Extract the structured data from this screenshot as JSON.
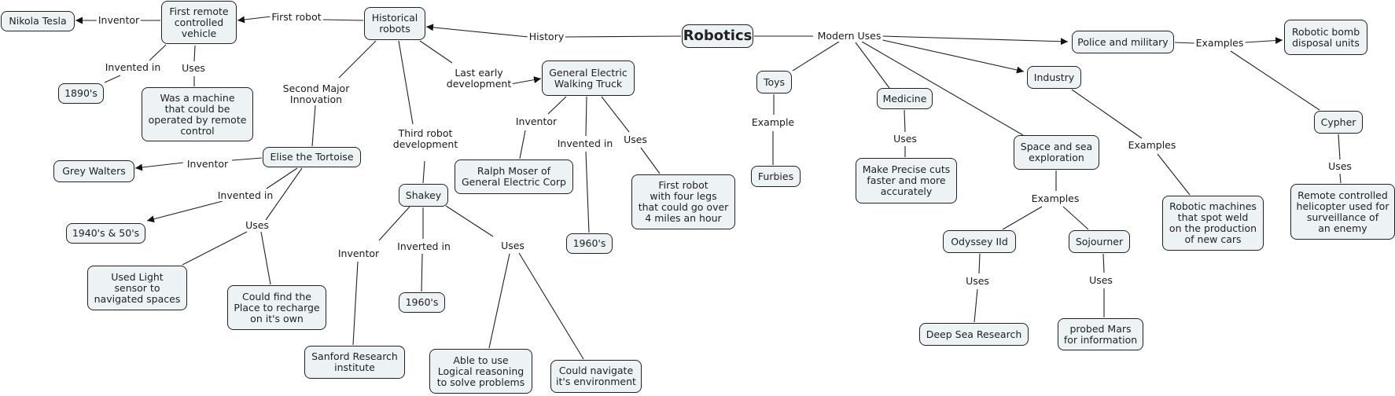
{
  "title": "Robotics",
  "colors": {
    "node_fill": "#edf2f5",
    "node_border": "#222222",
    "line": "#222222",
    "background": "#ffffff"
  },
  "nodes": {
    "robotics": "Robotics",
    "historical_robots": "Historical\nrobots",
    "first_remote": "First remote\ncontrolled\nvehicle",
    "nikola_tesla": "Nikola Tesla",
    "y1890": "1890's",
    "machine_remote": "Was a machine\nthat could be\noperated by remote\ncontrol",
    "elise": "Elise the Tortoise",
    "grey_walters": "Grey Walters",
    "y1940": "1940's & 50's",
    "light_sensor": "Used Light\nsensor to\nnavigated spaces",
    "recharge": "Could find the\nPlace to recharge\non it's own",
    "shakey": "Shakey",
    "sanford": "Sanford Research\ninstitute",
    "shakey_1960": "1960's",
    "logical": "Able to use\nLogical reasoning\nto solve problems",
    "navigate": "Could navigate\nit's environment",
    "ge_truck": "General Electric\nWalking Truck",
    "ralph": "Ralph Moser of\nGeneral Electric Corp",
    "ge_1960": "1960's",
    "four_legs": "First robot\nwith four legs\nthat could go over\n4 miles an hour",
    "toys": "Toys",
    "furbies": "Furbies",
    "medicine": "Medicine",
    "precise": "Make Precise cuts\nfaster and more\naccurately",
    "space_sea": "Space and sea\nexploration",
    "odyssey": "Odyssey IId",
    "deep_sea": "Deep Sea Research",
    "sojourner": "Sojourner",
    "mars": "probed Mars\nfor information",
    "industry": "Industry",
    "spot_weld": "Robotic machines\nthat spot weld\non the production\nof new cars",
    "police": "Police and military",
    "bomb": "Robotic bomb\ndisposal units",
    "cypher": "Cypher",
    "helicopter": "Remote controlled\nhelicopter used for\nsurveillance of\nan enemy"
  },
  "link_labels": {
    "history": "History",
    "modern_uses": "Modern Uses",
    "first_robot": "First robot",
    "inventor_tesla": "Inventor",
    "invented_in_1890": "Invented in",
    "uses_remote": "Uses",
    "second_major": "Second Major\nInnovation",
    "inventor_walters": "Inventor",
    "invented_in_1940": "Invented in",
    "uses_elise": "Uses",
    "third_robot": "Third robot\ndevelopment",
    "inventor_shakey": "Inventor",
    "inverted_in": "Inverted in",
    "uses_shakey": "Uses",
    "last_early": "Last early\ndevelopment",
    "inventor_ge": "Inventor",
    "invented_in_ge": "Invented in",
    "uses_ge": "Uses",
    "example_toys": "Example",
    "uses_medicine": "Uses",
    "examples_space": "Examples",
    "uses_odyssey": "Uses",
    "uses_sojourner": "Uses",
    "examples_industry": "Examples",
    "examples_police": "Examples",
    "uses_cypher": "Uses"
  }
}
